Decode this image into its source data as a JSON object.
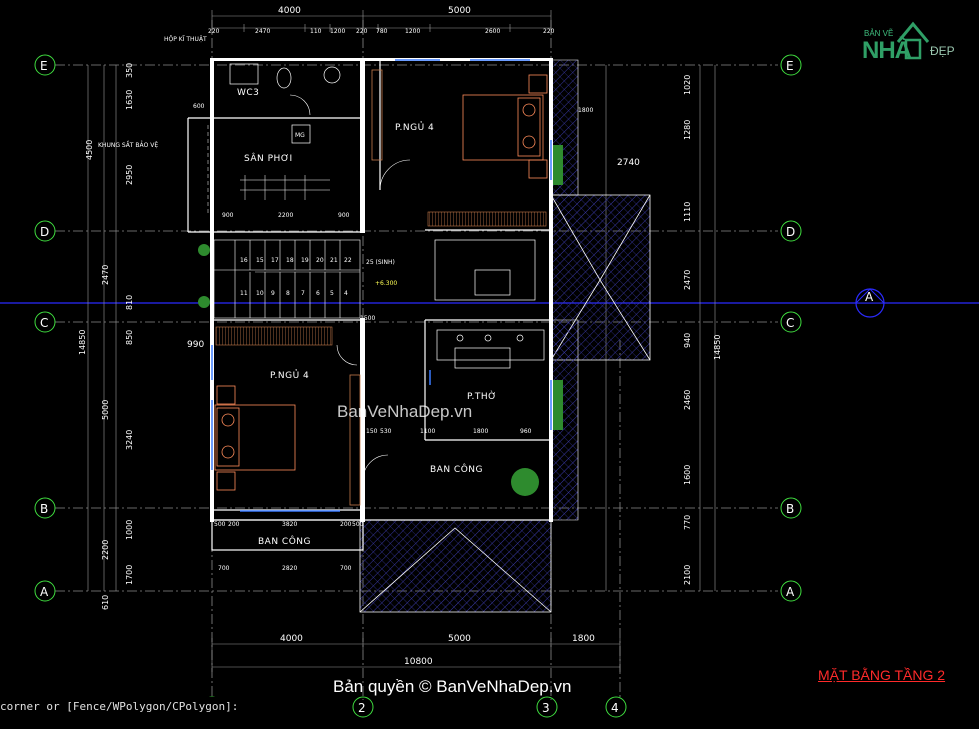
{
  "sheet_title": "MẶT BẰNG TẦNG 2",
  "watermark": "BanVeNhaDep.vn",
  "copyright": "Bản quyền © BanVeNhaDep.vn",
  "logo": {
    "line1": "BẢN VẼ",
    "line2": "NHÀ",
    "line3": "ĐẸP"
  },
  "command_line": {
    "line1": "corner or [Fence/WPolygon/CPolygon]:",
    "line2": ""
  },
  "grid_axes_rows": [
    "E",
    "D",
    "C",
    "B",
    "A"
  ],
  "grid_axes_cols": [
    "2",
    "3",
    "4"
  ],
  "section_marker": "A",
  "rooms": {
    "wc3": "WC3",
    "san_phoi": "SÂN PHƠI",
    "p_ngu_4_top": "P.NGỦ 4",
    "p_ngu_4_bottom": "P.NGỦ 4",
    "p_tho": "P.THỜ",
    "ban_cong_mid": "BAN CÔNG",
    "ban_cong_bottom": "BAN CÔNG",
    "hop_ky_thuat": "HỘP KĨ THUẬT",
    "khung_sat": "KHUNG SẮT BẢO VỆ",
    "mg": "MG",
    "stair_label": "25 (SINH)",
    "level": "+6.300"
  },
  "dims_top": [
    "4000",
    "5000",
    "220",
    "2470",
    "110",
    "1200",
    "220",
    "780",
    "1200",
    "2600",
    "220"
  ],
  "dims_bottom": [
    "4000",
    "5000",
    "1800",
    "10800"
  ],
  "dims_inner": [
    "900",
    "2200",
    "900",
    "1500",
    "600",
    "990",
    "2740",
    "1800",
    "500",
    "200",
    "3820",
    "200",
    "500",
    "700",
    "2820",
    "700",
    "530",
    "1100",
    "1800",
    "960",
    "150"
  ],
  "dims_left": [
    "4500",
    "2470",
    "14850",
    "5000",
    "3240",
    "2200",
    "1000",
    "1700",
    "610",
    "1630",
    "2950",
    "810",
    "850",
    "350"
  ],
  "dims_right": [
    "1020",
    "1280",
    "1110",
    "2470",
    "940",
    "14850",
    "2460",
    "1600",
    "770",
    "2100",
    "1800",
    "2740"
  ]
}
